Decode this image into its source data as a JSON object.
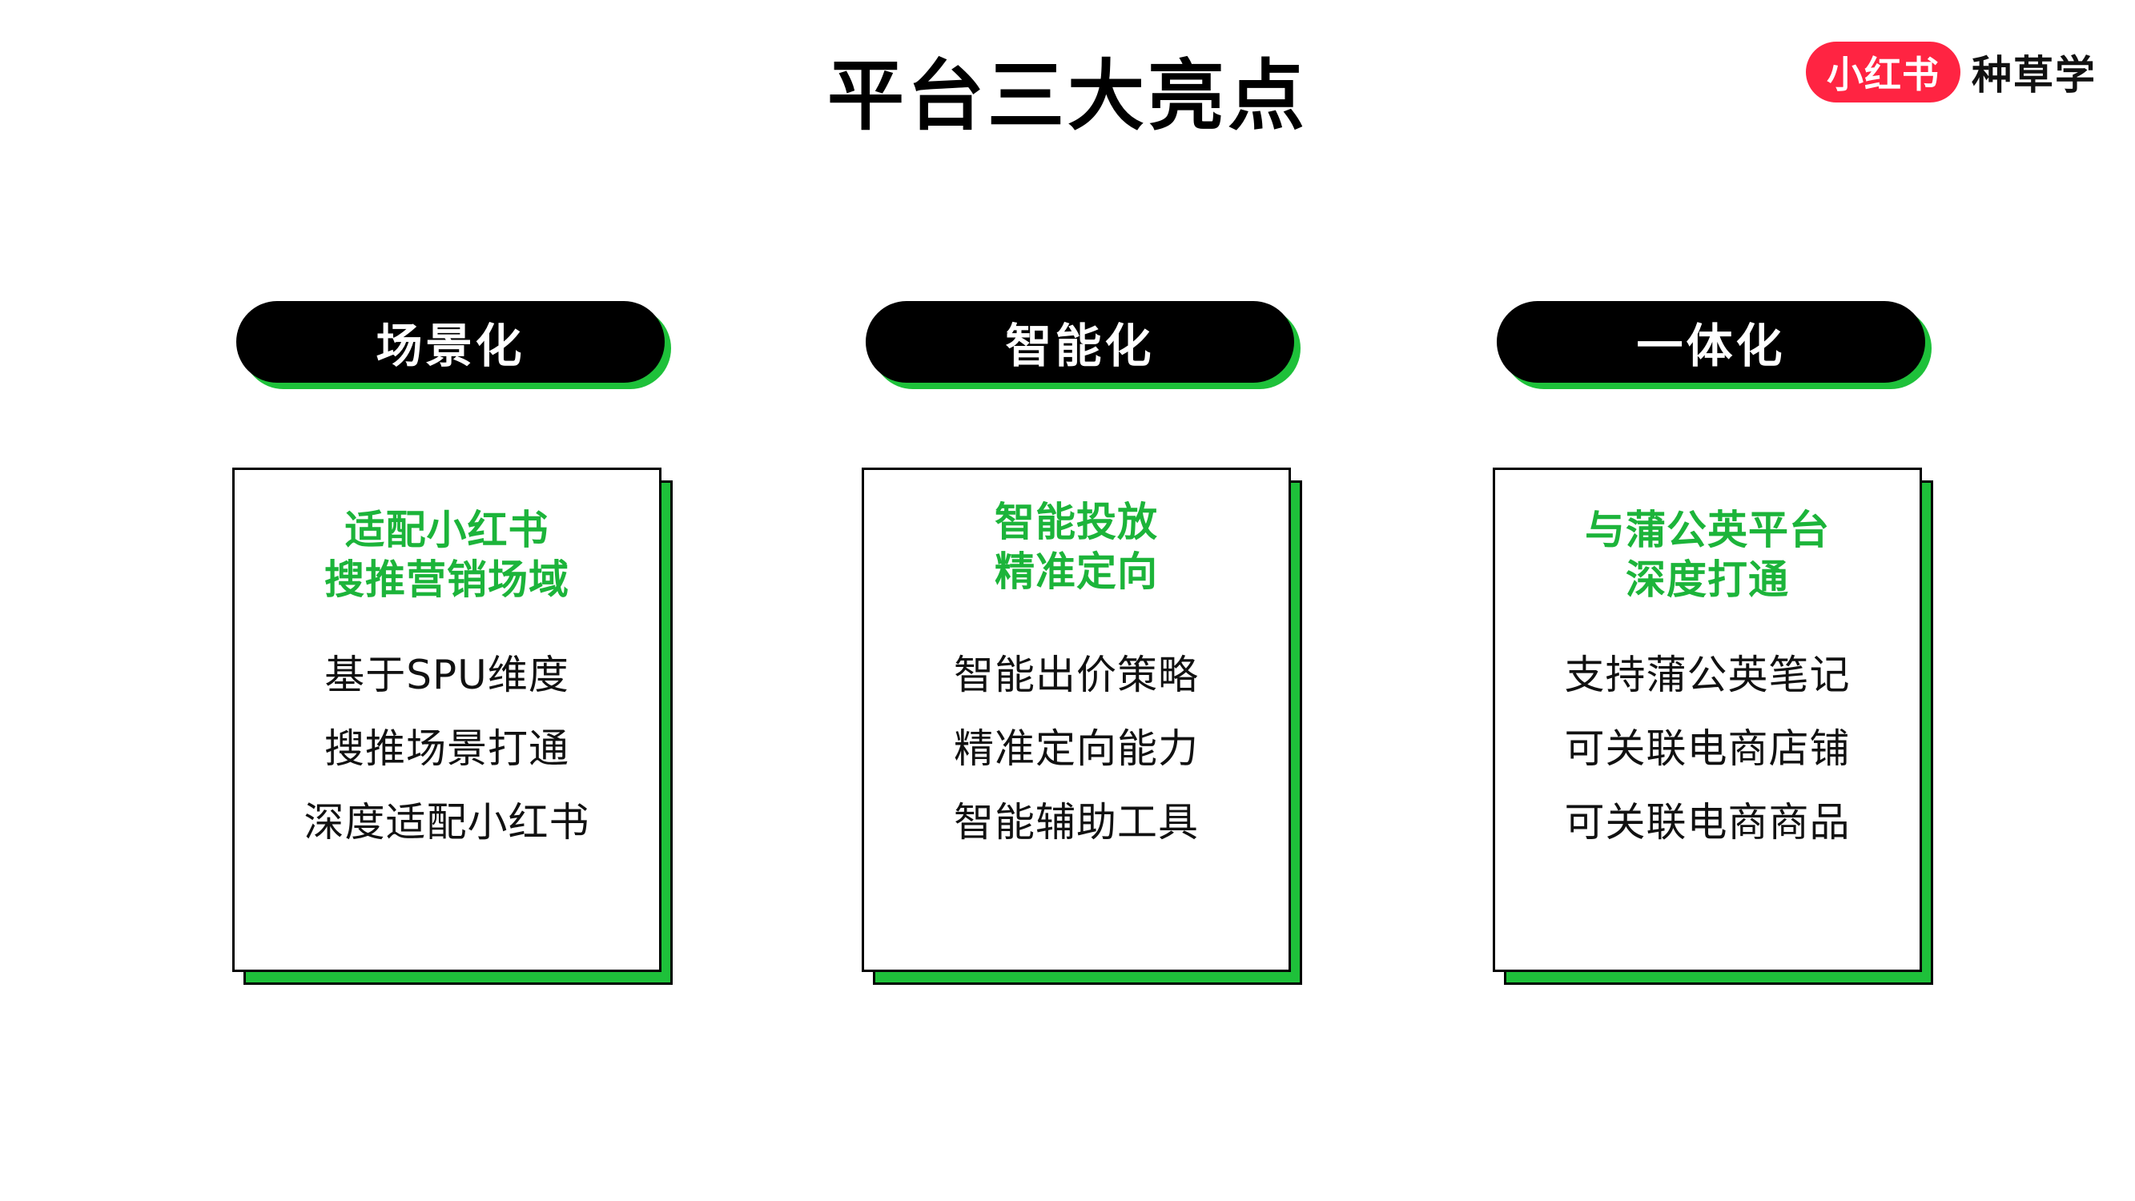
{
  "title": "平台三大亮点",
  "brand": {
    "badge": "小红书",
    "text": "种草学",
    "badge_color": "#ff2442"
  },
  "colors": {
    "accent_green": "#1ec13a",
    "headline_green": "#1cb43a",
    "pill_black": "#000000"
  },
  "columns": [
    {
      "pill_label": "场景化",
      "headline_lines": [
        "适配小红书",
        "搜推营销场域"
      ],
      "items": [
        "基于SPU维度",
        "搜推场景打通",
        "深度适配小红书"
      ]
    },
    {
      "pill_label": "智能化",
      "headline_lines": [
        "智能投放",
        "精准定向"
      ],
      "items": [
        "智能出价策略",
        "精准定向能力",
        "智能辅助工具"
      ]
    },
    {
      "pill_label": "一体化",
      "headline_lines": [
        "与蒲公英平台",
        "深度打通"
      ],
      "items": [
        "支持蒲公英笔记",
        "可关联电商店铺",
        "可关联电商商品"
      ]
    }
  ]
}
